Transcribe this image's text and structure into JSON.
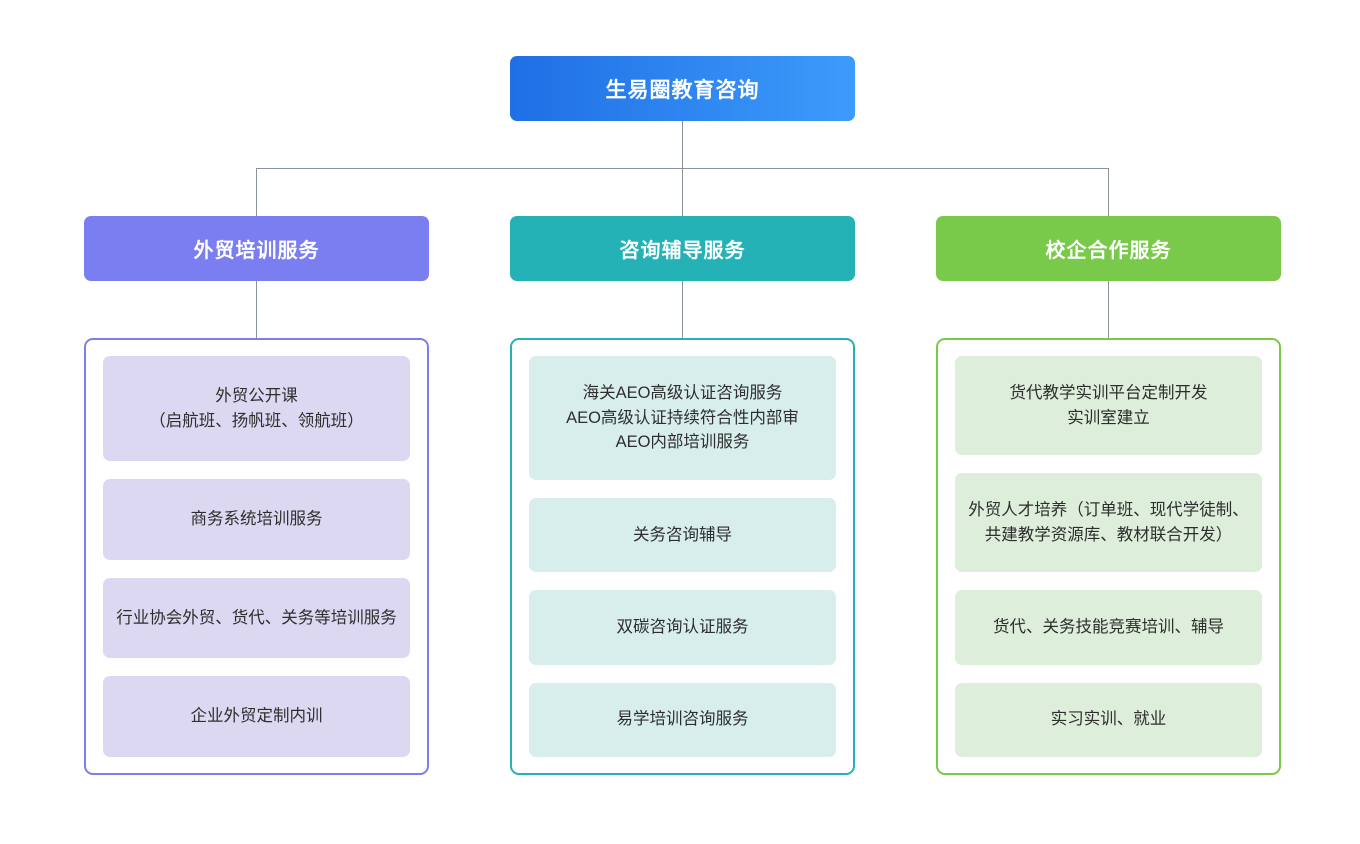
{
  "diagram": {
    "type": "organization-chart",
    "root": {
      "label": "生易圈教育咨询",
      "color_from": "#1f6fe5",
      "color_to": "#3d9bfb",
      "text_color": "#ffffff"
    },
    "connector_color": "#8a949e",
    "branches": [
      {
        "title": "外贸培训服务",
        "header_color": "#7b7ef0",
        "border_color": "#7b7ef0",
        "item_color": "#ddd8f2",
        "items": [
          "外贸公开课\n（启航班、扬帆班、领航班）",
          "商务系统培训服务",
          "行业协会外贸、货代、关务等培训服务",
          "企业外贸定制内训"
        ]
      },
      {
        "title": "咨询辅导服务",
        "header_color": "#24b2b6",
        "border_color": "#24b2b6",
        "item_color": "#d8eeec",
        "items": [
          "海关AEO高级认证咨询服务\nAEO高级认证持续符合性内部审\nAEO内部培训服务",
          "关务咨询辅导",
          "双碳咨询认证服务",
          "易学培训咨询服务"
        ]
      },
      {
        "title": "校企合作服务",
        "header_color": "#79c94a",
        "border_color": "#79c94a",
        "item_color": "#ddeedb",
        "items": [
          "货代教学实训平台定制开发\n实训室建立",
          "外贸人才培养（订单班、现代学徒制、共建教学资源库、教材联合开发）",
          "货代、关务技能竞赛培训、辅导",
          "实习实训、就业"
        ]
      }
    ]
  }
}
